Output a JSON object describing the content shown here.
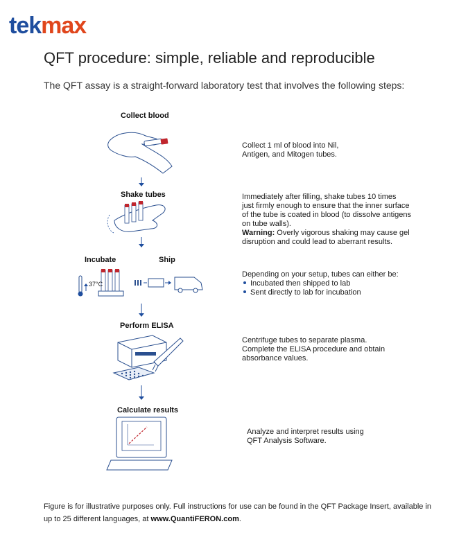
{
  "logo": {
    "part1": "tek",
    "part2": "max"
  },
  "title": "QFT procedure: simple, reliable and reproducible",
  "intro": "The QFT assay is a straight-forward laboratory test that involves the following steps:",
  "steps": {
    "collect": {
      "label": "Collect blood",
      "desc1": "Collect 1 ml of blood into Nil,",
      "desc2": "Antigen, and Mitogen tubes."
    },
    "shake": {
      "label": "Shake tubes",
      "desc1": "Immediately after filling, shake tubes 10 times",
      "desc2": "just firmly enough to ensure that the inner surface",
      "desc3": "of the tube is coated in blood (to dissolve antigens",
      "desc4": "on tube walls).",
      "warning_label": "Warning:",
      "warning_text": " Overly vigorous shaking may cause gel",
      "desc6": "disruption and could lead to aberrant results."
    },
    "incubate": {
      "label": "Incubate",
      "ship_label": "Ship",
      "temp": "37°C",
      "desc1": "Depending on your setup, tubes can either be:",
      "bullet1": "Incubated then shipped to lab",
      "bullet2": "Sent directly to lab for incubation"
    },
    "elisa": {
      "label": "Perform ELISA",
      "desc1": "Centrifuge tubes to separate plasma.",
      "desc2": "Complete the ELISA procedure and obtain",
      "desc3": "absorbance values."
    },
    "calculate": {
      "label": "Calculate results",
      "desc1": "Analyze and interpret results using",
      "desc2": "QFT Analysis Software."
    }
  },
  "footer": {
    "text": "Figure is for illustrative purposes only. Full instructions for use can be found in the QFT Package Insert, available in up to 25 different languages, at ",
    "link": "www.QuantiFERON.com",
    "end": "."
  },
  "colors": {
    "brand_blue": "#1f4e9e",
    "brand_orange": "#e0461c",
    "tube_red": "#c0262d"
  }
}
